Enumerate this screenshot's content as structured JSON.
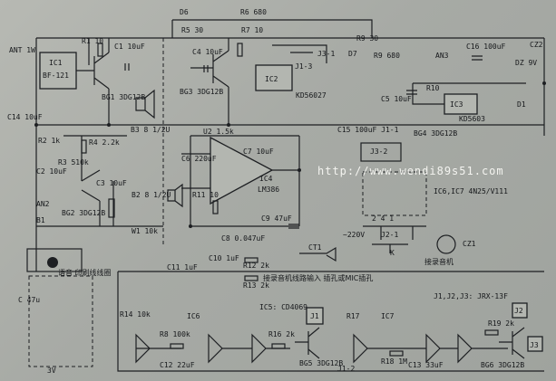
{
  "watermark": "http://www.wendi89s51.com",
  "labels": {
    "d6": "D6",
    "r6": "R6 680",
    "r5": "R5 30",
    "r7": "R7 10",
    "r1": "R1 10",
    "c1": "C1 10uF",
    "ic1a": "IC1",
    "ic1b": "BF-121",
    "bg1": "BG1 3DG12B",
    "c4": "C4 10uF",
    "bg3": "BG3 3DG12B",
    "ic2": "IC2",
    "kd": "KD56027",
    "j13": "J1-3",
    "j31": "J3-1",
    "r9a": "R9 30",
    "r9b": "R9 680",
    "d7": "D7",
    "an3": "AN3",
    "c16": "C16 100uF",
    "c5": "C5 10uF",
    "r10": "R10",
    "ic3": "IC3",
    "kd3": "KD5603",
    "c15": "C15 100uF J1-1",
    "bg4": "BG4 3DG12B",
    "j32": "J3-2",
    "b3": "B3 8 1/2U",
    "r2": "R2 1k",
    "r3": "R3 510k",
    "r4": "R4 2.2k",
    "c2": "C2 10uF",
    "c3": "C3 10uF",
    "bg2": "BG2 3DG12B",
    "an2": "AN2",
    "b1": "B1",
    "b2": "B2 8 1/2U",
    "w1": "W1 10k",
    "u2": "U2 1.5k",
    "c6": "C6 220uF",
    "c7": "C7 10uF",
    "ic4": "IC4",
    "lm": "LM386",
    "r11": "R11 10",
    "c8": "C8 0.047uF",
    "c9": "C9 47uF",
    "ic67": "IC6,IC7 4N25/V111",
    "j21": "J2-1",
    "k": "K",
    "v220": "~220V",
    "cz1": "CZ1",
    "rec": "接录音机",
    "pins": "2   4   1",
    "c11": "C11 1uF",
    "c10": "C10 1uF",
    "r12": "R12 2k",
    "r13": "R13 2k",
    "ct1": "CT1",
    "note": "接录音机线路输入 插孔或MIC插孔",
    "voice": "语音 印刷线线圈",
    "c47": "C 47u",
    "r14": "R14 10k",
    "ic5": "IC5: CD4069",
    "ic6": "IC6",
    "r8": "R8 100k",
    "r16": "R16 2k",
    "c12": "C12 22uF",
    "bg5": "BG5 3DG12B",
    "j1": "J1",
    "r17": "R17",
    "ic7": "IC7",
    "r18": "R18 1M",
    "c13": "C13 33uF",
    "j12": "J1-2",
    "jrx": "J1,J2,J3: JRX-13F",
    "r19": "R19 2k",
    "bg6": "BG6 3DG12B",
    "j2": "J2",
    "j3": "J3",
    "dz": "DZ 9V",
    "d1": "D1",
    "c14": "C14 10uF",
    "at": "ANT 1W",
    "v3": "3V",
    "cz2": "CZ2"
  }
}
